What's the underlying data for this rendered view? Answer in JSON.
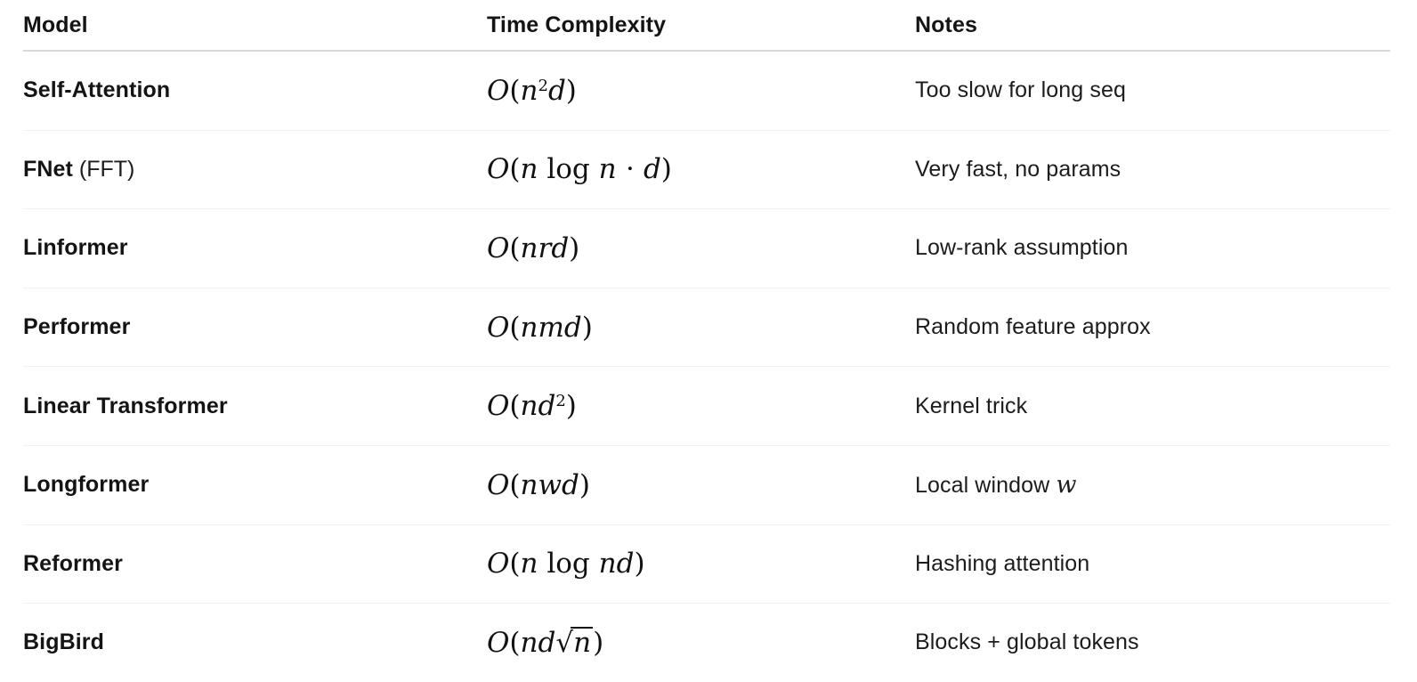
{
  "colors": {
    "text": "#141414",
    "note_text": "#1c1c1c",
    "header_divider": "#d8d8d8",
    "row_divider": "#f1f1f1",
    "math_text": "#111111",
    "background": "#ffffff"
  },
  "table": {
    "columns": [
      {
        "label": "Model"
      },
      {
        "label": "Time Complexity"
      },
      {
        "label": "Notes"
      }
    ],
    "rows": [
      {
        "model": {
          "name": "Self-Attention",
          "suffix": ""
        },
        "formula": [
          {
            "t": "O",
            "it": 1
          },
          {
            "t": "("
          },
          {
            "t": "n",
            "it": 1
          },
          {
            "t": "2",
            "sup": 1
          },
          {
            "t": "d",
            "it": 1
          },
          {
            "t": ")"
          }
        ],
        "formula_text": "O(n^2 d)",
        "note": [
          {
            "t": "Too slow for long seq"
          }
        ]
      },
      {
        "model": {
          "name": "FNet",
          "suffix": " (FFT)"
        },
        "formula": [
          {
            "t": "O",
            "it": 1
          },
          {
            "t": "("
          },
          {
            "t": "n",
            "it": 1
          },
          {
            "t": " log ",
            "up": 1
          },
          {
            "t": "n",
            "it": 1
          },
          {
            "t": " ⋅ ",
            "up": 1
          },
          {
            "t": "d",
            "it": 1
          },
          {
            "t": ")"
          }
        ],
        "formula_text": "O(n log n · d)",
        "note": [
          {
            "t": "Very fast, no params"
          }
        ]
      },
      {
        "model": {
          "name": "Linformer",
          "suffix": ""
        },
        "formula": [
          {
            "t": "O",
            "it": 1
          },
          {
            "t": "("
          },
          {
            "t": "nrd",
            "it": 1
          },
          {
            "t": ")"
          }
        ],
        "formula_text": "O(nrd)",
        "note": [
          {
            "t": "Low-rank assumption"
          }
        ]
      },
      {
        "model": {
          "name": "Performer",
          "suffix": ""
        },
        "formula": [
          {
            "t": "O",
            "it": 1
          },
          {
            "t": "("
          },
          {
            "t": "nmd",
            "it": 1
          },
          {
            "t": ")"
          }
        ],
        "formula_text": "O(nmd)",
        "note": [
          {
            "t": "Random feature approx"
          }
        ]
      },
      {
        "model": {
          "name": "Linear Transformer",
          "suffix": ""
        },
        "formula": [
          {
            "t": "O",
            "it": 1
          },
          {
            "t": "("
          },
          {
            "t": "nd",
            "it": 1
          },
          {
            "t": "2",
            "sup": 1
          },
          {
            "t": ")"
          }
        ],
        "formula_text": "O(nd^2)",
        "note": [
          {
            "t": "Kernel trick"
          }
        ]
      },
      {
        "model": {
          "name": "Longformer",
          "suffix": ""
        },
        "formula": [
          {
            "t": "O",
            "it": 1
          },
          {
            "t": "("
          },
          {
            "t": "nwd",
            "it": 1
          },
          {
            "t": ")"
          }
        ],
        "formula_text": "O(nwd)",
        "note": [
          {
            "t": "Local window "
          },
          {
            "t": "w",
            "math": 1
          }
        ]
      },
      {
        "model": {
          "name": "Reformer",
          "suffix": ""
        },
        "formula": [
          {
            "t": "O",
            "it": 1
          },
          {
            "t": "("
          },
          {
            "t": "n",
            "it": 1
          },
          {
            "t": " log ",
            "up": 1
          },
          {
            "t": "nd",
            "it": 1
          },
          {
            "t": ")"
          }
        ],
        "formula_text": "O(n log nd)",
        "note": [
          {
            "t": "Hashing attention"
          }
        ]
      },
      {
        "model": {
          "name": "BigBird",
          "suffix": ""
        },
        "formula": [
          {
            "t": "O",
            "it": 1
          },
          {
            "t": "("
          },
          {
            "t": "nd",
            "it": 1
          },
          {
            "t": "√",
            "up": 1
          },
          {
            "t": "n",
            "rad": 1
          },
          {
            "t": ")"
          }
        ],
        "formula_text": "O(nd√n)",
        "note": [
          {
            "t": "Blocks + global tokens"
          }
        ]
      }
    ]
  }
}
